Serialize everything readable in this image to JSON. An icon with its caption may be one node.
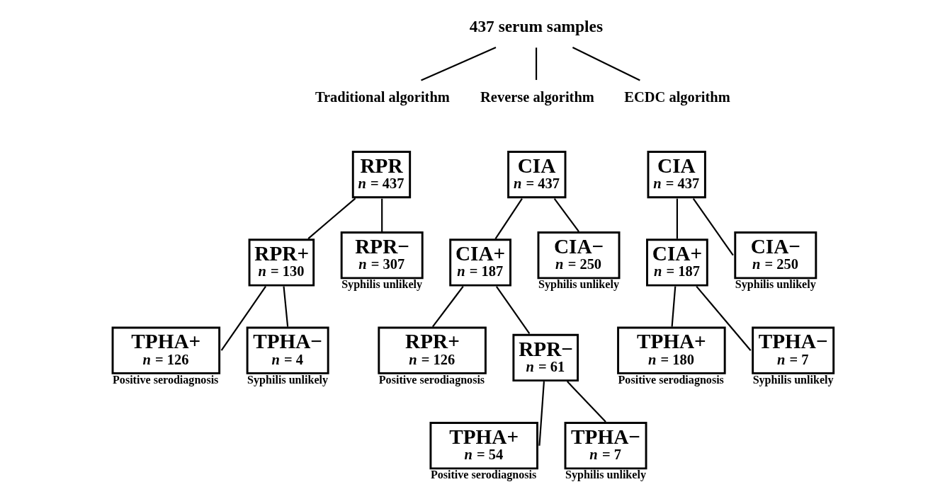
{
  "diagram": {
    "nodes": [
      {
        "text": [
          "437 serum samples"
        ]
      },
      {
        "text": [
          "Traditional algorithm"
        ]
      },
      {
        "text": [
          "Reverse algorithm"
        ]
      },
      {
        "text": [
          "ECDC algorithm"
        ]
      },
      {
        "text": [
          "RPR",
          "*n* = 437"
        ]
      },
      {
        "text": [
          "RPR+",
          "*n* = 130"
        ]
      },
      {
        "text": [
          "RPR−",
          "*n* = 307"
        ],
        "beside": [
          "Syphilis unlikely"
        ]
      },
      {
        "text": [
          "TPHA+",
          "*n* = 126"
        ],
        "beside": [
          "Positive serodiagnosis"
        ]
      },
      {
        "text": [
          "TPHA−",
          "*n* = 4"
        ],
        "beside": [
          "Syphilis unlikely"
        ]
      },
      {
        "text": [
          "CIA",
          "*n* = 437"
        ]
      },
      {
        "text": [
          "CIA+",
          "*n* = 187"
        ]
      },
      {
        "text": [
          "CIA−",
          "*n* = 250"
        ],
        "beside": [
          "Syphilis unlikely"
        ]
      },
      {
        "text": [
          "RPR+",
          "*n* = 126"
        ],
        "beside": [
          "Positive serodiagnosis"
        ]
      },
      {
        "text": [
          "RPR−",
          "*n* = 61"
        ]
      },
      {
        "text": [
          "TPHA+",
          "*n* = 54"
        ],
        "beside": [
          "Positive serodiagnosis"
        ]
      },
      {
        "text": [
          "TPHA−",
          "*n* = 7"
        ],
        "beside": [
          "Syphilis unlikely"
        ]
      },
      {
        "text": [
          "CIA",
          "*n* = 437"
        ]
      },
      {
        "text": [
          "CIA+",
          "*n* = 187"
        ]
      },
      {
        "text": [
          "CIA−",
          "*n* = 250"
        ],
        "beside": [
          "Syphilis unlikely"
        ]
      },
      {
        "text": [
          "TPHA+",
          "*n* = 180"
        ],
        "beside": [
          "Positive serodiagnosis"
        ]
      },
      {
        "text": [
          "TPHA−",
          "*n* = 7"
        ],
        "beside": [
          "Syphilis unlikely"
        ]
      }
    ],
    "edges": [
      {
        "from": 0,
        "to": 1,
        "arrow": "none"
      },
      {
        "from": 0,
        "to": 2,
        "arrow": "none"
      },
      {
        "from": 0,
        "to": 3,
        "arrow": "none"
      },
      {
        "from": 4,
        "to": 5,
        "arrow": "none"
      },
      {
        "from": 4,
        "to": 6,
        "arrow": "none"
      },
      {
        "from": 5,
        "to": 7,
        "arrow": "none"
      },
      {
        "from": 5,
        "to": 8,
        "arrow": "none"
      },
      {
        "from": 9,
        "to": 10,
        "arrow": "none"
      },
      {
        "from": 9,
        "to": 11,
        "arrow": "none"
      },
      {
        "from": 10,
        "to": 12,
        "arrow": "none"
      },
      {
        "from": 10,
        "to": 13,
        "arrow": "none"
      },
      {
        "from": 13,
        "to": 14,
        "arrow": "none"
      },
      {
        "from": 13,
        "to": 15,
        "arrow": "none"
      },
      {
        "from": 16,
        "to": 17,
        "arrow": "none"
      },
      {
        "from": 16,
        "to": 18,
        "arrow": "none"
      },
      {
        "from": 17,
        "to": 19,
        "arrow": "none"
      },
      {
        "from": 17,
        "to": 20,
        "arrow": "none"
      }
    ]
  }
}
